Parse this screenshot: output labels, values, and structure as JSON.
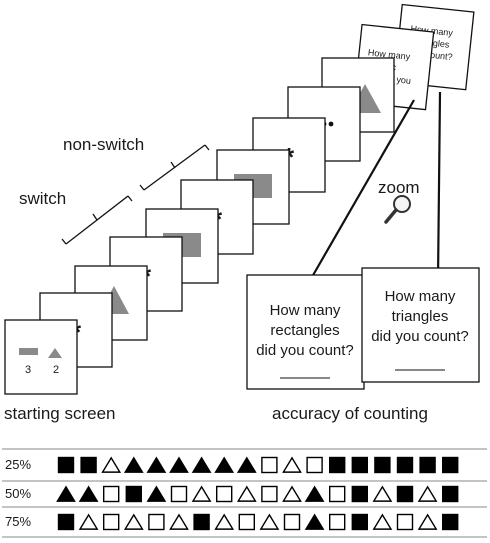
{
  "labels": {
    "switch": "switch",
    "non_switch": "non-switch",
    "zoom": "zoom",
    "starting_screen": "starting screen",
    "accuracy": "accuracy of counting"
  },
  "starting_screen": {
    "rect_count": "3",
    "tri_count": "2"
  },
  "question_cards": [
    {
      "lines": [
        "How many",
        "rectangles",
        "did you count?"
      ]
    },
    {
      "lines": [
        "How many",
        "triangles",
        "did you count?"
      ]
    }
  ],
  "mini_cards": [
    {
      "lines": [
        "How many",
        "rec",
        "did you"
      ]
    },
    {
      "lines": [
        "How many",
        "triangles",
        "count?"
      ]
    }
  ],
  "screen_contents": [
    "star",
    "triangle",
    "star",
    "rectangle",
    "star",
    "rectangle",
    "star",
    "triangle"
  ],
  "sequence_table": {
    "colors": {
      "filled": "#000000",
      "outline": "#000000",
      "rule": "#888888"
    },
    "rows": [
      {
        "label": "25%",
        "shapes": [
          "S",
          "S",
          "t",
          "T",
          "T",
          "T",
          "T",
          "T",
          "T",
          "s",
          "t",
          "s",
          "S",
          "S",
          "S",
          "S",
          "S",
          "S"
        ]
      },
      {
        "label": "50%",
        "shapes": [
          "T",
          "T",
          "s",
          "S",
          "T",
          "s",
          "t",
          "s",
          "t",
          "s",
          "t",
          "T",
          "s",
          "S",
          "t",
          "S",
          "t",
          "S"
        ]
      },
      {
        "label": "75%",
        "shapes": [
          "S",
          "t",
          "s",
          "t",
          "s",
          "t",
          "S",
          "t",
          "s",
          "t",
          "s",
          "T",
          "s",
          "S",
          "t",
          "s",
          "t",
          "S"
        ]
      }
    ],
    "legend_codes": {
      "S": "filled-square",
      "s": "outline-square",
      "T": "filled-triangle",
      "t": "outline-triangle"
    }
  }
}
